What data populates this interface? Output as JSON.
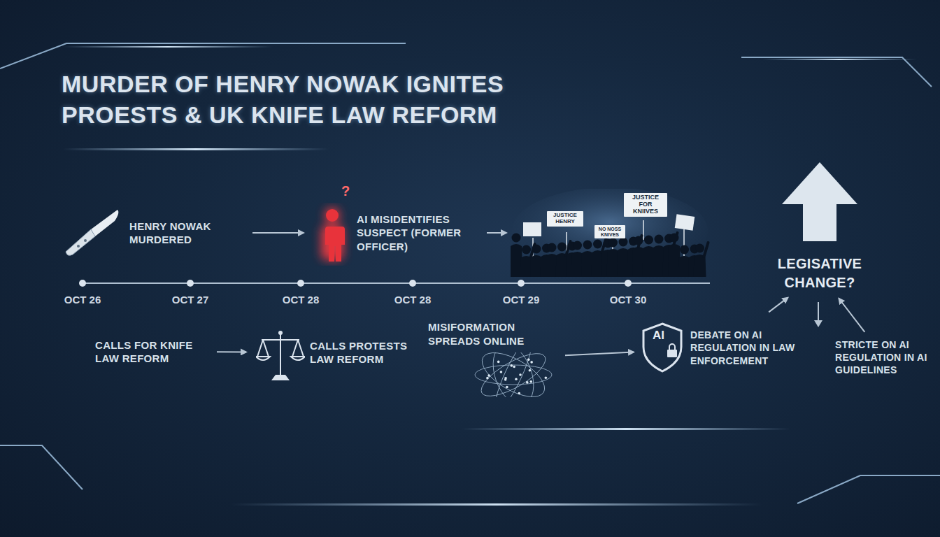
{
  "diagram": {
    "title": "MURDER OF HENRY NOWAK IGNITES PROESTS & UK KNIFE LAW REFORM",
    "nodes": [
      {
        "text": [
          "HENRY NOWAK MURDERED"
        ]
      },
      {
        "text": [
          "AI MISIDENTIFIES SUSPECT (FORMER OFFICER)"
        ]
      },
      {
        "text": [
          "JUSTICE HENRY",
          "JUSTICE FOR KNIIVES",
          "NO NOSS KNIVES"
        ]
      },
      {
        "text": [
          "CALLS FOR KNIFE LAW REFORM"
        ]
      },
      {
        "text": [
          "CALLS PROTESTS LAW REFORM"
        ]
      },
      {
        "text": [
          "MISIFORMATION SPREADS ONLINE"
        ]
      },
      {
        "text": [
          "DEBATE ON AI REGULATION IN LAW ENFORCEMENT"
        ]
      },
      {
        "text": [
          "LEGISATIVE CHANGE?"
        ]
      },
      {
        "text": [
          "STRICTE ON AI REGULATION IN AI GUIDELINES"
        ]
      }
    ],
    "edges": [
      {
        "from": 0,
        "to": 1,
        "arrow": "to"
      },
      {
        "from": 1,
        "to": 2,
        "arrow": "to"
      },
      {
        "from": 3,
        "to": 4,
        "arrow": "to"
      },
      {
        "from": 5,
        "to": 6,
        "arrow": "to"
      },
      {
        "from": 6,
        "to": 7,
        "arrow": "to"
      },
      {
        "from": 8,
        "to": 7,
        "arrow": "to"
      }
    ],
    "labels": [
      "OCT 26",
      "OCT 27",
      "OCT 28",
      "OCT 28",
      "OCT 29",
      "OCT 30",
      "?",
      "AI"
    ]
  }
}
